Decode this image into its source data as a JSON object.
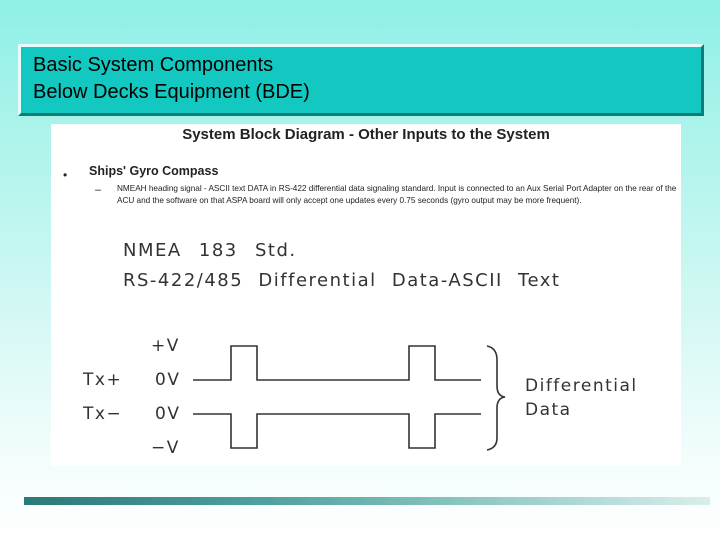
{
  "header": {
    "line1": "Basic System Components",
    "line2": "Below Decks Equipment  (BDE)"
  },
  "diagram": {
    "title": "System Block Diagram - Other Inputs to the System",
    "bullet_marker": "•",
    "bullet": "Ships' Gyro Compass",
    "sub_marker": "–",
    "sub_text": "NMEAH heading signal - ASCII text DATA in RS-422 differential data signaling standard.  Input is connected to an Aux Serial Port Adapter on the rear of the ACU and the software on that ASPA board will only accept one updates every 0.75 seconds (gyro output may be more frequent).",
    "handwritten_line1": "NMEA  183  Std.",
    "handwritten_line2": "RS-422/485  Differential  Data-ASCII  Text",
    "labels": {
      "plus_v": "+V",
      "tx_plus": "Tx+",
      "tx_minus": "Tx−",
      "zero_v_1": "0V",
      "zero_v_2": "0V",
      "minus_v": "−V",
      "differential": "Differential",
      "data": "Data"
    }
  }
}
